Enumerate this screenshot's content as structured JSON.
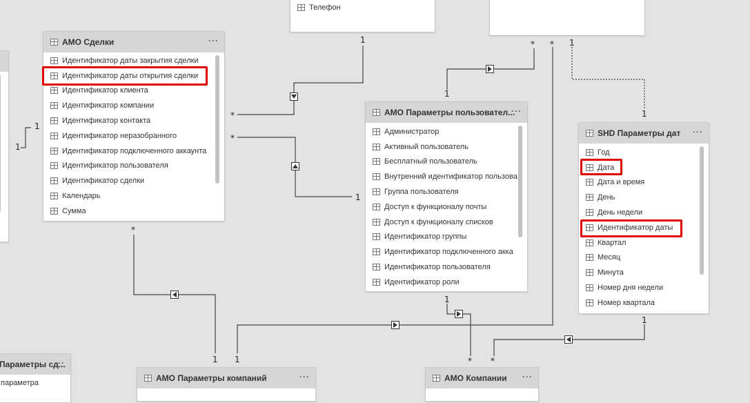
{
  "tables": {
    "top_center": {
      "field_visible": "Телефон"
    },
    "amo_deals": {
      "title": "AMO Сделки",
      "fields": [
        "Идентификатор даты закрытия сделки",
        "Идентификатор даты открытия сделки",
        "Идентификатор клиента",
        "Идентификатор компании",
        "Идентификатор контакта",
        "Идентификатор неразобранного",
        "Идентификатор подключенного аккаунта",
        "Идентификатор пользователя",
        "Идентификатор сделки",
        "Календарь",
        "Сумма"
      ],
      "highlighted_field": "Идентификатор даты открытия сделки"
    },
    "amo_user_params": {
      "title": "AMO Параметры пользовател...",
      "fields": [
        "Администратор",
        "Активный пользователь",
        "Бесплатный пользователь",
        "Внутренний идентификатор пользова",
        "Группа пользователя",
        "Доступ к функционалу почты",
        "Доступ к функционалу списков",
        "Идентификатор группы",
        "Идентификатор подключенного акка",
        "Идентификатор пользователя",
        "Идентификатор роли"
      ]
    },
    "shd_date_params": {
      "title": "SHD Параметры дат",
      "fields": [
        "Год",
        "Дата",
        "Дата и время",
        "День",
        "День недели",
        "Идентификатор даты",
        "Квартал",
        "Месяц",
        "Минута",
        "Номер дня недели",
        "Номер квартала"
      ],
      "highlighted_fields": [
        "Дата",
        "Идентификатор даты"
      ]
    },
    "amo_company_params": {
      "title": "AMO Параметры компаний"
    },
    "amo_companies": {
      "title": "AMO Компании"
    },
    "bottom_left": {
      "title": "Параметры сд...",
      "field_visible": "параметра"
    }
  },
  "relationship_labels": {
    "one": "1",
    "many": "*"
  },
  "menu_dots": "···"
}
